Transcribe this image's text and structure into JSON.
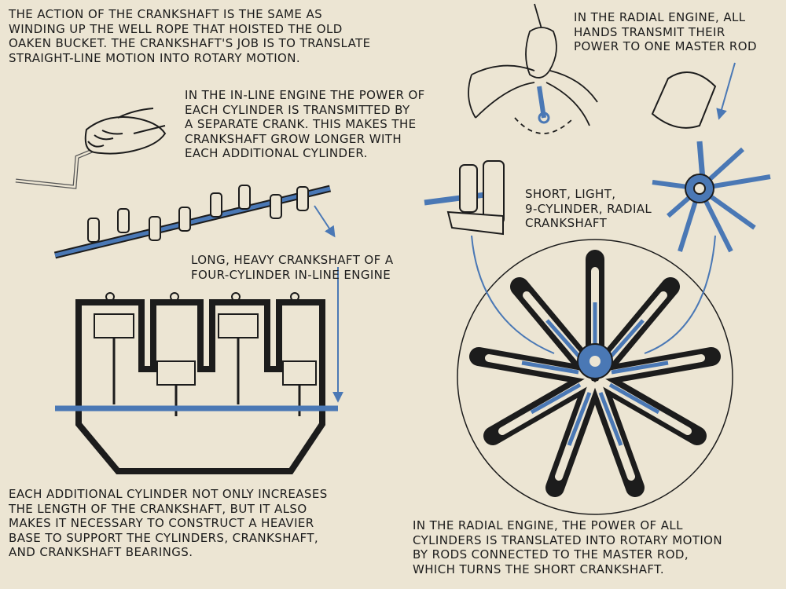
{
  "captions": {
    "crank_intro": [
      "THE ACTION OF THE CRANKSHAFT IS THE SAME AS",
      "WINDING UP THE WELL ROPE THAT HOISTED THE OLD",
      "OAKEN BUCKET. THE CRANKSHAFT'S JOB IS TO TRANSLATE",
      "STRAIGHT-LINE MOTION INTO ROTARY MOTION."
    ],
    "inline_power": [
      "IN THE IN-LINE ENGINE THE POWER OF",
      "EACH CYLINDER IS TRANSMITTED BY",
      "A SEPARATE CRANK. THIS MAKES THE",
      "CRANKSHAFT GROW LONGER WITH",
      "EACH ADDITIONAL CYLINDER."
    ],
    "radial_hands": [
      "IN THE RADIAL ENGINE, ALL",
      "HANDS TRANSMIT THEIR",
      "POWER TO ONE MASTER ROD"
    ],
    "short_crank": [
      "SHORT, LIGHT,",
      "9-CYLINDER, RADIAL",
      "CRANKSHAFT"
    ],
    "long_crank": [
      "LONG, HEAVY CRANKSHAFT OF A",
      "FOUR-CYLINDER IN-LINE ENGINE"
    ],
    "additional_cylinder": [
      "EACH ADDITIONAL CYLINDER NOT ONLY INCREASES",
      "THE LENGTH OF THE CRANKSHAFT, BUT IT ALSO",
      "MAKES IT NECESSARY TO CONSTRUCT A HEAVIER",
      "BASE TO SUPPORT THE CYLINDERS, CRANKSHAFT,",
      "AND CRANKSHAFT BEARINGS."
    ],
    "radial_power": [
      "IN THE RADIAL ENGINE, THE POWER OF ALL",
      "CYLINDERS IS TRANSLATED INTO ROTARY MOTION",
      "BY RODS CONNECTED TO THE MASTER ROD,",
      "WHICH TURNS THE SHORT CRANKSHAFT."
    ]
  },
  "colors": {
    "paper": "#ece5d3",
    "ink": "#1c1c1c",
    "blue": "#4a78b5",
    "blue_dark": "#2f5c97"
  }
}
